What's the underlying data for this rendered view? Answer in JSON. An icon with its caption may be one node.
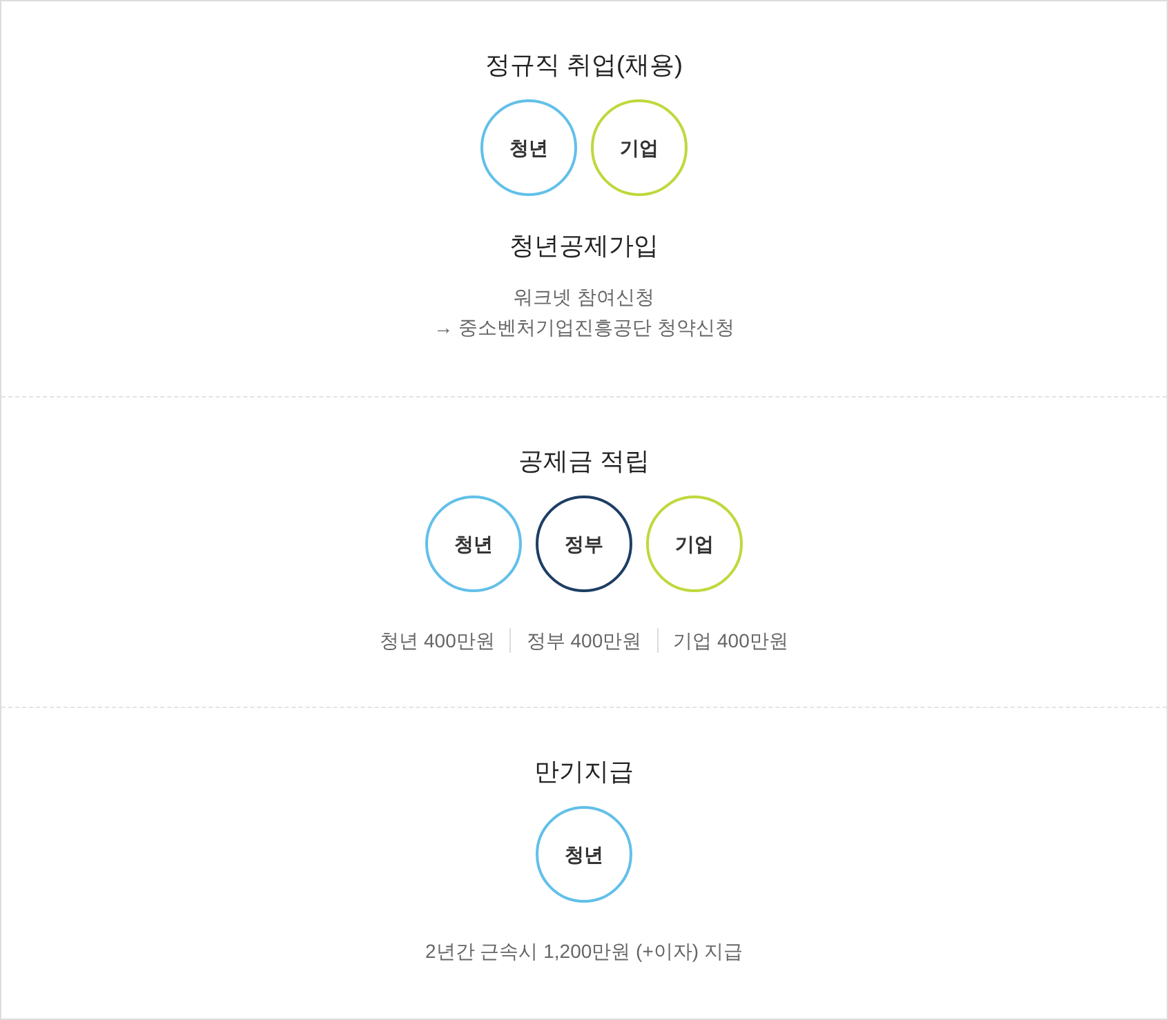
{
  "diagram": {
    "nodes": [
      {
        "text": [
          "정규직 취업(채용)",
          "청년공제가입",
          "워크넷 참여신청",
          "→ 중소벤처기업진흥공단 청약신청"
        ]
      },
      {
        "text": [
          "청년"
        ],
        "in": 0
      },
      {
        "text": [
          "기업"
        ],
        "in": 0
      },
      {
        "text": [
          "공제금 적립",
          "청년 400만원",
          "정부 400만원",
          "기업 400만원"
        ]
      },
      {
        "text": [
          "청년"
        ],
        "in": 3
      },
      {
        "text": [
          "정부"
        ],
        "in": 3
      },
      {
        "text": [
          "기업"
        ],
        "in": 3
      },
      {
        "text": [
          "만기지급",
          "2년간 근속시 1,200만원 (+이자) 지급"
        ]
      },
      {
        "text": [
          "청년"
        ],
        "in": 7
      }
    ]
  }
}
